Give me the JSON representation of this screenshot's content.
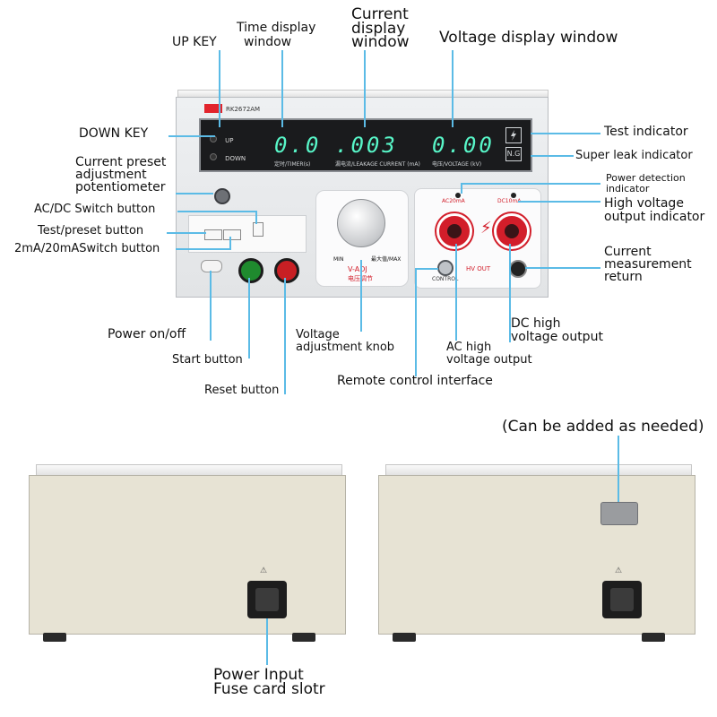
{
  "front_panel": {
    "model": "RK2672AM",
    "time_display": "0.0",
    "current_display": ".003",
    "voltage_display": "0.00",
    "time_caption": "定时/TIMER(s)",
    "current_caption": "漏电流/LEAKAGE CURRENT (mA)",
    "voltage_caption": "电压/VOLTAGE (kV)",
    "up_label": "UP",
    "down_label": "DOWN",
    "min_label": "MIN",
    "max_label": "最大值/MAX",
    "vadj_label": "V-ADJ",
    "vadj_cn": "电压调节",
    "ac_label": "AC20mA",
    "dc_label": "DC10mA",
    "hv_out": "HV OUT",
    "control_label": "CONTROL"
  },
  "labels": {
    "up_key": "UP KEY",
    "time_window": [
      "Time display",
      "window"
    ],
    "current_window": [
      "Current",
      "display",
      "window"
    ],
    "voltage_window": "Voltage display window",
    "down_key": "DOWN KEY",
    "test_indicator": "Test indicator",
    "super_leak": "Super leak indicator",
    "current_preset": [
      "Current preset",
      "adjustment",
      "potentiometer"
    ],
    "power_detection": [
      "Power detection",
      "indicator"
    ],
    "acdc_switch": "AC/DC Switch button",
    "high_voltage_ind": [
      "High voltage",
      "output indicator"
    ],
    "test_preset": "Test/preset button",
    "ma_switch": "2mA/20mASwitch button",
    "current_return": [
      "Current",
      "measurement",
      "return"
    ],
    "power_onoff": "Power on/off",
    "voltage_knob": [
      "Voltage",
      "adjustment knob"
    ],
    "dc_output": [
      "DC high",
      "voltage output"
    ],
    "start_button": "Start button",
    "ac_output": [
      "AC high",
      "voltage output"
    ],
    "reset_button": "Reset button",
    "remote_control": "Remote control interface",
    "can_be_added": "(Can be added as needed)",
    "power_input": [
      "Power Input",
      "Fuse card slotr"
    ]
  },
  "colors": {
    "leader": "#5bbbe6",
    "display_digits": "#58f6c8",
    "start_green": "#1f8a2e",
    "reset_red": "#c81f24",
    "hv_red": "#d21e2a"
  }
}
